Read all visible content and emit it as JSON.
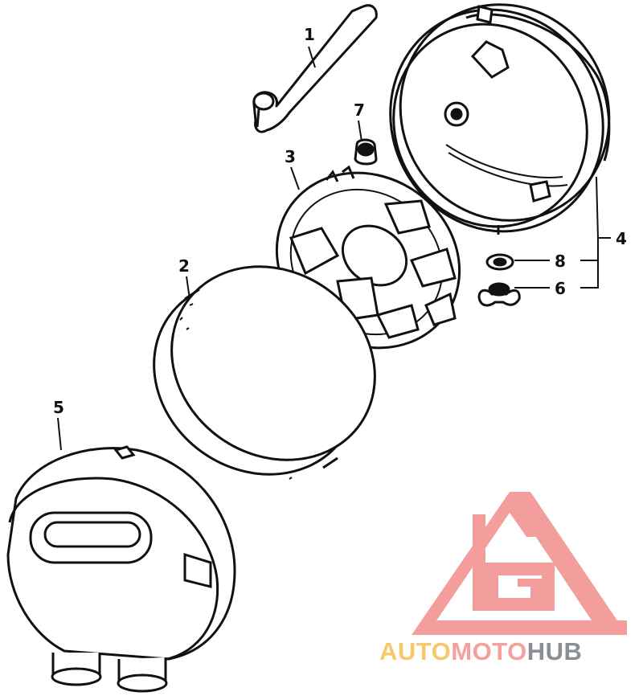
{
  "diagram": {
    "callouts": [
      {
        "id": "1",
        "label": "1"
      },
      {
        "id": "2",
        "label": "2"
      },
      {
        "id": "3",
        "label": "3"
      },
      {
        "id": "4",
        "label": "4"
      },
      {
        "id": "5",
        "label": "5"
      },
      {
        "id": "6",
        "label": "6"
      },
      {
        "id": "7",
        "label": "7"
      },
      {
        "id": "8",
        "label": "8"
      }
    ]
  },
  "watermark": {
    "part1": "AUTO",
    "part2": "MOTO",
    "part3": "HUB",
    "color_auto": "#f7c86a",
    "color_moto": "#f2a19c",
    "color_hub": "#8a8f93",
    "logo_color": "#f28e8c"
  }
}
